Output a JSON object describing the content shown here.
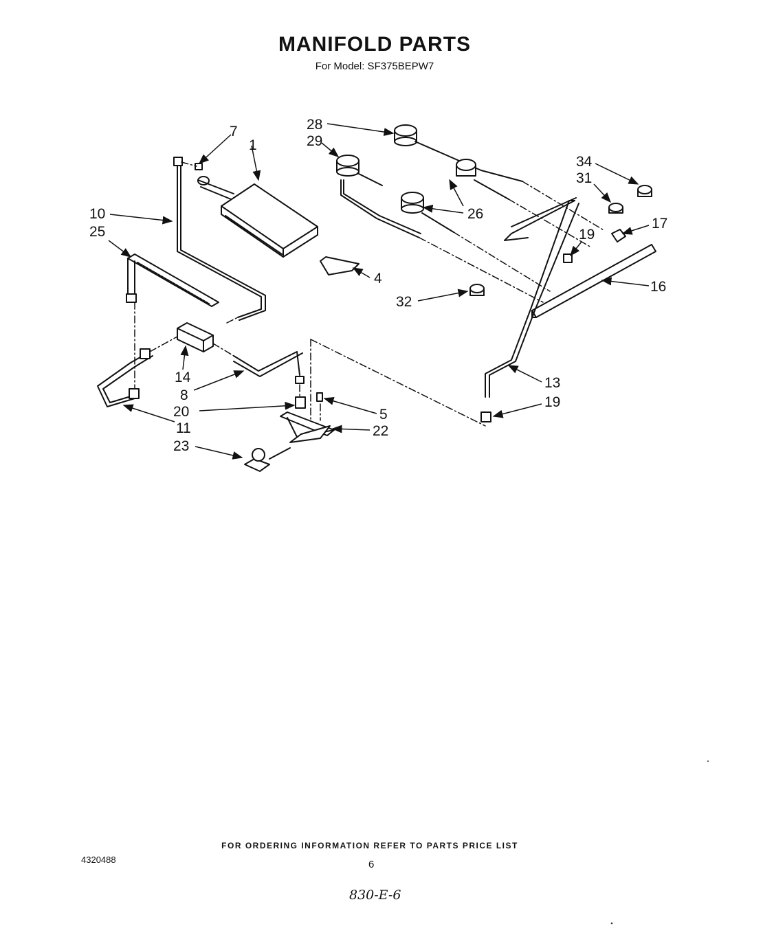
{
  "header": {
    "title": "MANIFOLD PARTS",
    "subtitle": "For Model: SF375BEPW7"
  },
  "callouts": {
    "c1": "1",
    "c4": "4",
    "c5": "5",
    "c7": "7",
    "c8": "8",
    "c10": "10",
    "c11": "11",
    "c13": "13",
    "c14": "14",
    "c16": "16",
    "c17": "17",
    "c19a": "19",
    "c19b": "19",
    "c20": "20",
    "c22": "22",
    "c23": "23",
    "c25": "25",
    "c26": "26",
    "c28": "28",
    "c29": "29",
    "c31": "31",
    "c32": "32",
    "c34": "34"
  },
  "footer": {
    "ordering_note": "FOR ORDERING INFORMATION REFER TO PARTS PRICE LIST",
    "doc_number": "4320488",
    "page_number": "6",
    "handwritten": "830-E-6"
  }
}
